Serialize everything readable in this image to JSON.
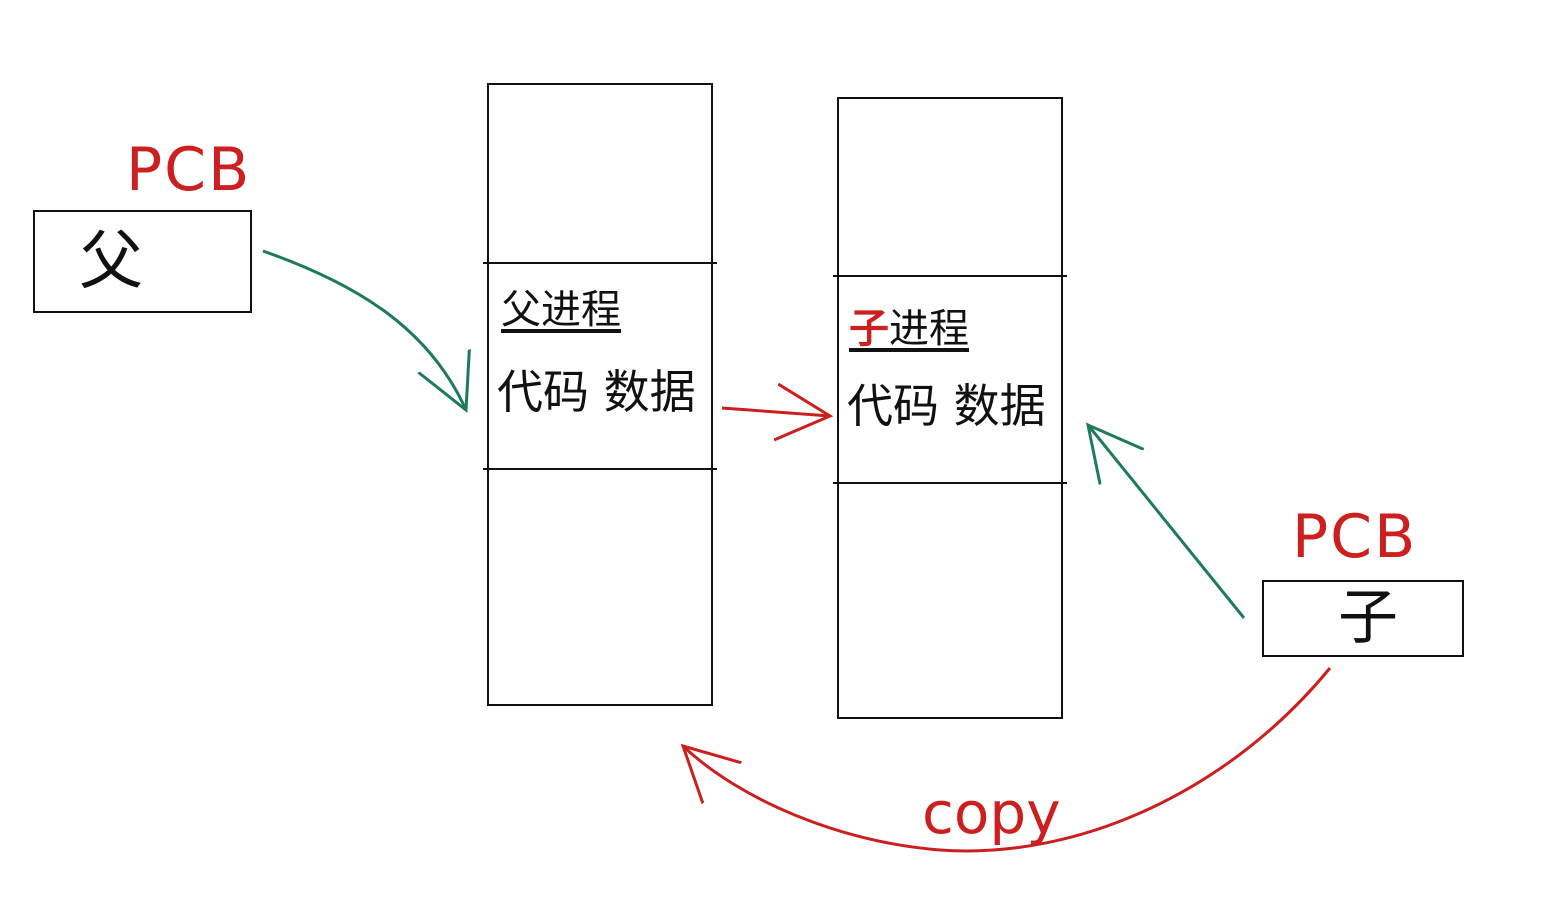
{
  "parent_pcb": {
    "label": "PCB",
    "content": "父"
  },
  "child_pcb": {
    "label": "PCB",
    "content": "子"
  },
  "parent_memory": {
    "segment_title": "父进程",
    "segment_body": "代码 数据"
  },
  "child_memory": {
    "segment_title_prefix": "子",
    "segment_title_suffix": "进程",
    "segment_body": "代码 数据"
  },
  "copy_label": "copy",
  "colors": {
    "red": "#cc1f1f",
    "green": "#1f7a5a",
    "ink": "#111111"
  },
  "arrows": [
    {
      "from": "parent-pcb",
      "to": "parent-memory-segment",
      "color": "green"
    },
    {
      "from": "parent-memory-segment",
      "to": "child-memory-segment",
      "color": "red"
    },
    {
      "from": "child-pcb",
      "to": "child-memory-segment",
      "color": "green"
    },
    {
      "from": "child-pcb",
      "to": "parent-memory-block",
      "color": "red",
      "label": "copy"
    }
  ]
}
